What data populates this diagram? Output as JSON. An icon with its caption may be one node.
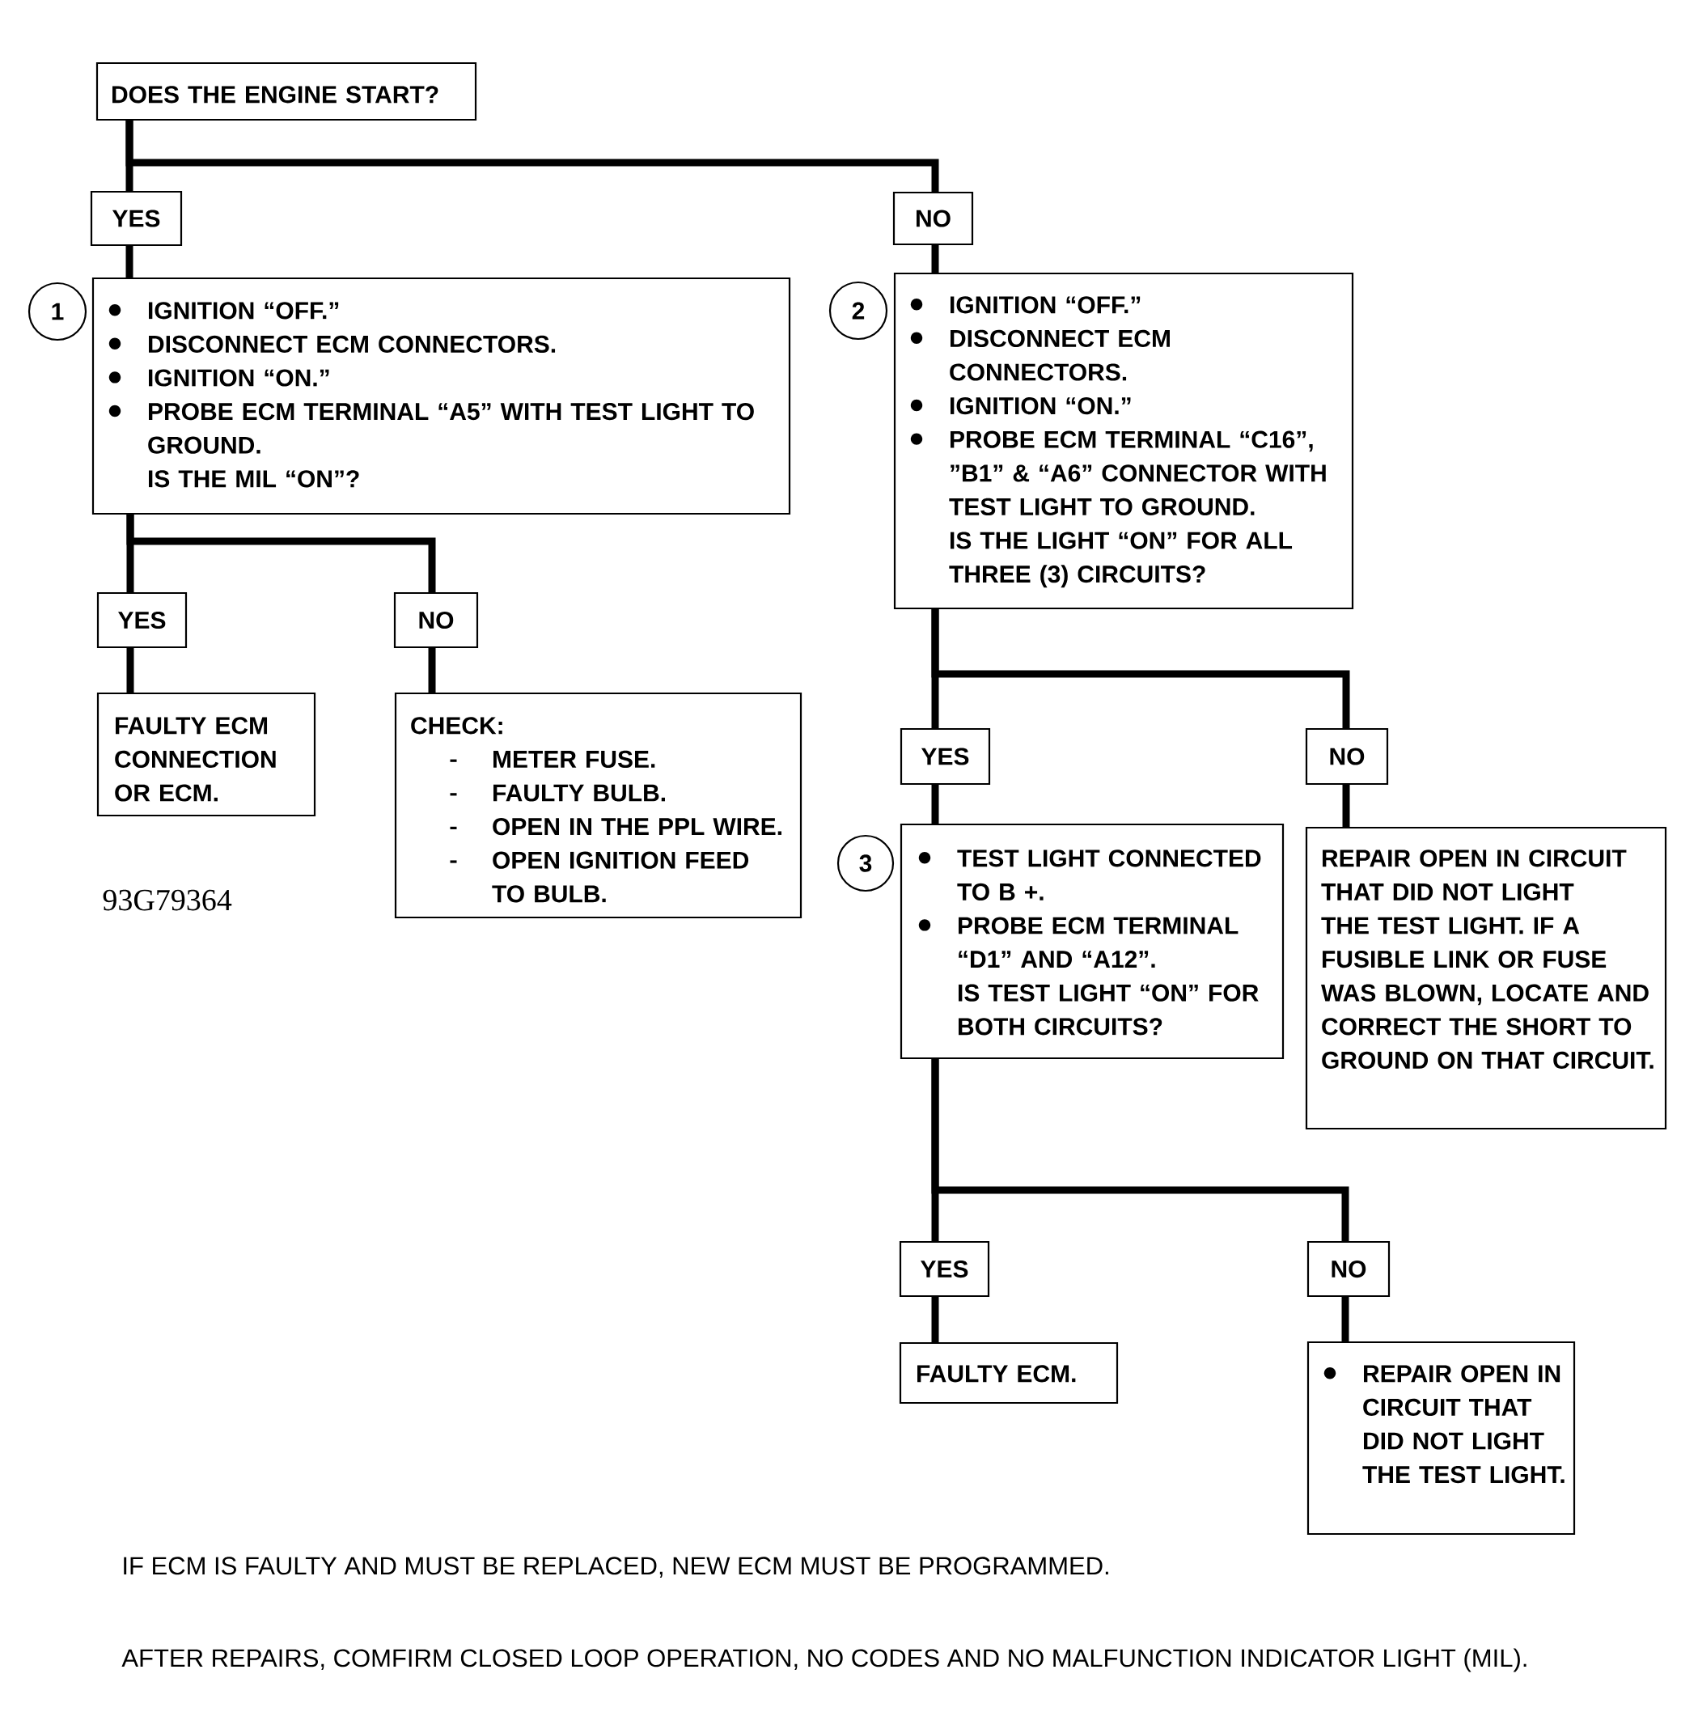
{
  "diagram": {
    "nodes": [
      {
        "text": [
          "DOES THE ENGINE START?"
        ]
      },
      {
        "text": [
          "YES"
        ]
      },
      {
        "text": [
          "NO"
        ]
      },
      {
        "text": [
          "1"
        ]
      },
      {
        "text": [
          "IGNITION “OFF.”",
          "DISCONNECT ECM CONNECTORS.",
          "IGNITION “ON.”",
          "PROBE ECM TERMINAL “A5” WITH TEST LIGHT TO GROUND.",
          "IS THE MIL “ON”?"
        ]
      },
      {
        "text": [
          "2"
        ]
      },
      {
        "text": [
          "IGNITION “OFF.”",
          "DISCONNECT ECM CONNECTORS.",
          "IGNITION “ON.”",
          "PROBE ECM TERMINAL “C16”, ”B1” & “A6” CONNECTOR WITH TEST LIGHT TO GROUND.",
          "IS THE LIGHT “ON” FOR ALL THREE (3) CIRCUITS?"
        ]
      },
      {
        "text": [
          "YES"
        ]
      },
      {
        "text": [
          "NO"
        ]
      },
      {
        "text": [
          "FAULTY ECM CONNECTION OR ECM."
        ]
      },
      {
        "text": [
          "CHECK:",
          "METER FUSE.",
          "FAULTY BULB.",
          "OPEN IN THE PPL WIRE.",
          "OPEN IGNITION FEED TO BULB."
        ]
      },
      {
        "text": [
          "YES"
        ]
      },
      {
        "text": [
          "NO"
        ]
      },
      {
        "text": [
          "3"
        ]
      },
      {
        "text": [
          "TEST LIGHT CONNECTED TO B +.",
          "PROBE ECM TERMINAL “D1” AND “A12”.",
          "IS TEST LIGHT “ON” FOR BOTH CIRCUITS?"
        ]
      },
      {
        "text": [
          "REPAIR OPEN IN CIRCUIT THAT DID NOT LIGHT THE TEST LIGHT. IF A FUSIBLE LINK OR FUSE WAS BLOWN, LOCATE AND CORRECT THE SHORT TO GROUND ON THAT CIRCUIT."
        ]
      },
      {
        "text": [
          "YES"
        ]
      },
      {
        "text": [
          "NO"
        ]
      },
      {
        "text": [
          "FAULTY ECM."
        ]
      },
      {
        "text": [
          "REPAIR OPEN IN CIRCUIT THAT DID NOT LIGHT THE TEST LIGHT."
        ]
      }
    ],
    "edges": [
      {
        "from": 0,
        "to": 1,
        "arrow": "none"
      },
      {
        "from": 0,
        "to": 2,
        "arrow": "none"
      },
      {
        "from": 1,
        "to": 4,
        "arrow": "none"
      },
      {
        "from": 2,
        "to": 6,
        "arrow": "none"
      },
      {
        "from": 4,
        "to": 7,
        "arrow": "none"
      },
      {
        "from": 4,
        "to": 8,
        "arrow": "none"
      },
      {
        "from": 7,
        "to": 9,
        "arrow": "none"
      },
      {
        "from": 8,
        "to": 10,
        "arrow": "none"
      },
      {
        "from": 6,
        "to": 11,
        "arrow": "none"
      },
      {
        "from": 6,
        "to": 12,
        "arrow": "none"
      },
      {
        "from": 11,
        "to": 14,
        "arrow": "none"
      },
      {
        "from": 12,
        "to": 15,
        "arrow": "none"
      },
      {
        "from": 14,
        "to": 16,
        "arrow": "none"
      },
      {
        "from": 14,
        "to": 17,
        "arrow": "none"
      },
      {
        "from": 16,
        "to": 18,
        "arrow": "none"
      },
      {
        "from": 17,
        "to": 19,
        "arrow": "none"
      }
    ],
    "labels": [
      "93G79364",
      "IF ECM IS FAULTY AND MUST BE REPLACED, NEW ECM MUST BE PROGRAMMED.",
      "AFTER REPAIRS, COMFIRM CLOSED LOOP OPERATION, NO CODES AND NO MALFUNCTION INDICATOR LIGHT (MIL)."
    ]
  }
}
